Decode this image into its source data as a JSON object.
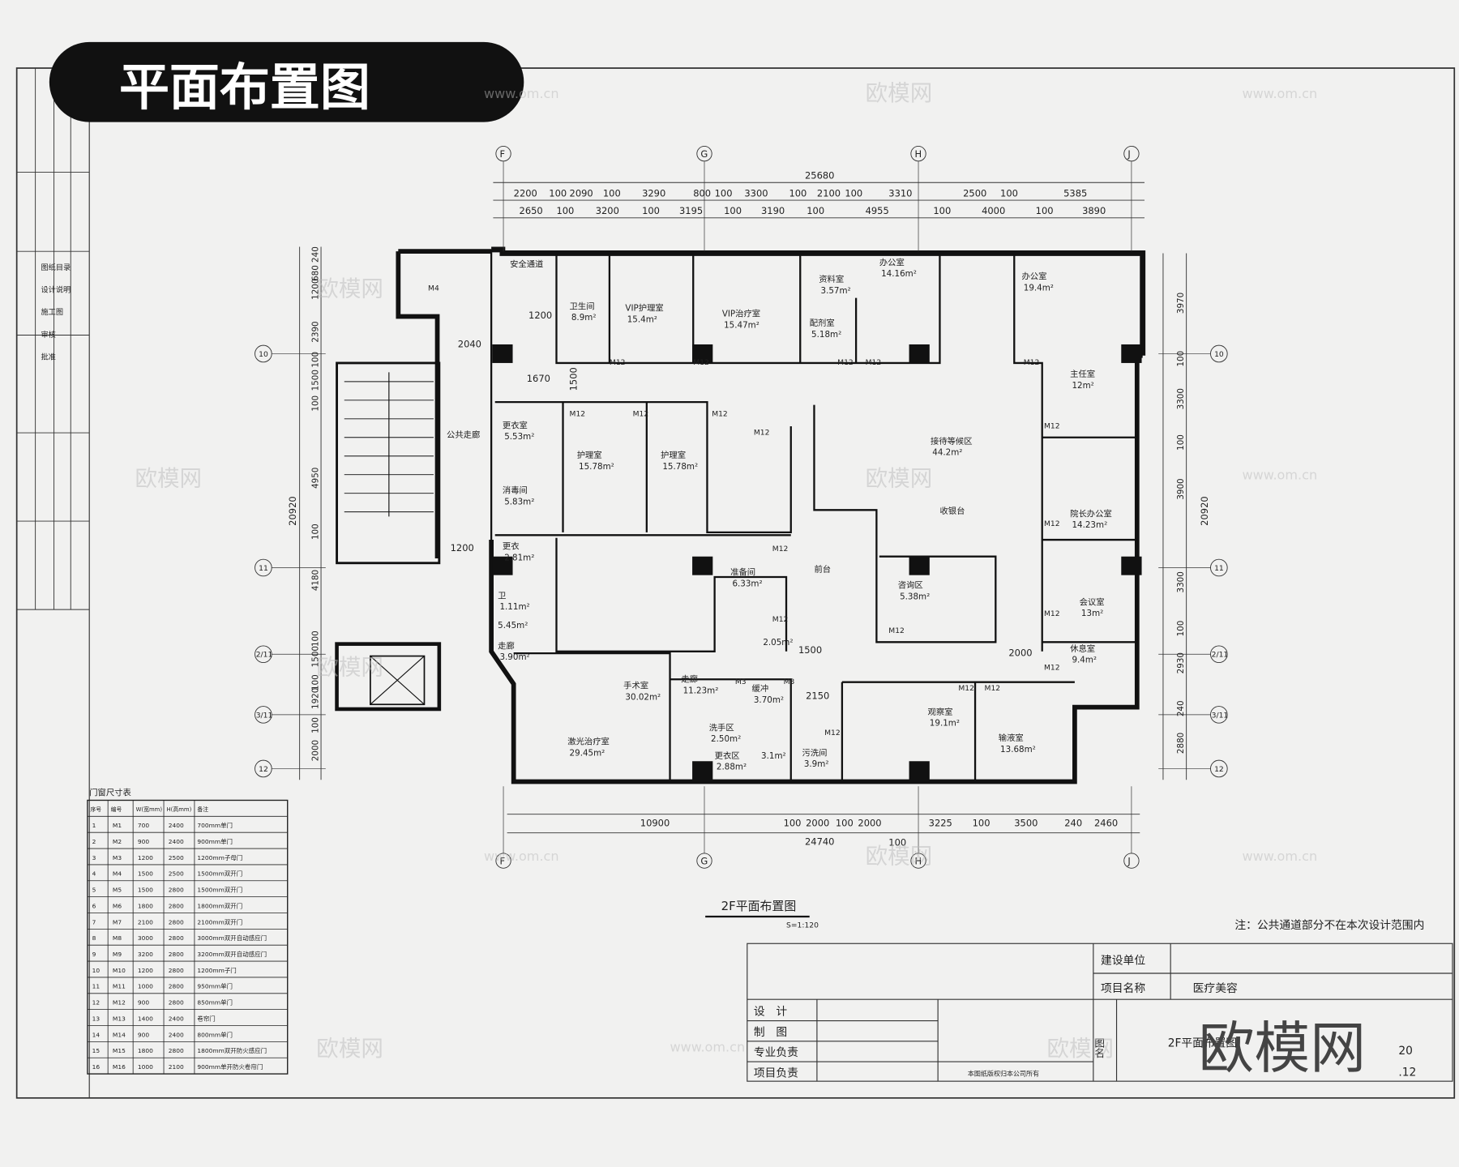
{
  "badge_title": "平面布置图",
  "plan_title": "2F平面布置图",
  "plan_scale": "S=1:120",
  "note": "注：公共通道部分不在本次设计范围内",
  "watermark": "欧模网",
  "watermark_url": "www.om.cn",
  "grid_axes": {
    "columns": [
      "F",
      "G",
      "H",
      "J"
    ],
    "rows": [
      "10",
      "11",
      "2/11",
      "3/11",
      "12"
    ]
  },
  "dimensions": {
    "top_total": "25680",
    "top_row1": [
      "2200",
      "100",
      "2090",
      "100",
      "3290",
      "800",
      "100",
      "3300",
      "100",
      "2100",
      "100",
      "3310",
      "2500",
      "100",
      "5385"
    ],
    "top_row2": [
      "2650",
      "100",
      "3200",
      "100",
      "3195",
      "100",
      "3190",
      "100",
      "4955",
      "100",
      "4000",
      "100",
      "3890"
    ],
    "bottom_row": [
      "10900",
      "100",
      "2000",
      "100",
      "2000",
      "3225",
      "100",
      "3500",
      "240",
      "2460"
    ],
    "bottom_total": "24740",
    "bottom_extra": "100",
    "left_total": "20920",
    "left_row": [
      "240",
      "680",
      "1200",
      "2390",
      "100",
      "1500",
      "100",
      "4950",
      "100",
      "4180",
      "100",
      "1500",
      "100",
      "1920",
      "100",
      "2000"
    ],
    "right_total": "20920",
    "right_row": [
      "3970",
      "100",
      "3300",
      "100",
      "3900",
      "3300",
      "100",
      "2930",
      "240",
      "2880"
    ],
    "inner": [
      "1200",
      "2040",
      "1670",
      "1500",
      "1200",
      "1500",
      "2150",
      "2000"
    ]
  },
  "rooms": [
    {
      "name": "安全通道",
      "area": ""
    },
    {
      "name": "卫生间",
      "area": "8.9m²"
    },
    {
      "name": "VIP护理室",
      "area": "15.4m²"
    },
    {
      "name": "VIP治疗室",
      "area": "15.47m²"
    },
    {
      "name": "资料室",
      "area": "3.57m²"
    },
    {
      "name": "配剂室",
      "area": "5.18m²"
    },
    {
      "name": "办公室",
      "area": "14.16m²"
    },
    {
      "name": "办公室",
      "area": "19.4m²"
    },
    {
      "name": "主任室",
      "area": "12m²"
    },
    {
      "name": "院长办公室",
      "area": "14.23m²"
    },
    {
      "name": "会议室",
      "area": "13m²"
    },
    {
      "name": "接待等候区",
      "area": "44.2m²"
    },
    {
      "name": "前台",
      "area": ""
    },
    {
      "name": "收银台",
      "area": ""
    },
    {
      "name": "咨询区",
      "area": "5.38m²"
    },
    {
      "name": "休息室",
      "area": "9.4m²"
    },
    {
      "name": "观察室",
      "area": "19.1m²"
    },
    {
      "name": "输液室",
      "area": "13.68m²"
    },
    {
      "name": "公共走廊",
      "area": ""
    },
    {
      "name": "更衣室",
      "area": "5.53m²"
    },
    {
      "name": "消毒间",
      "area": "5.83m²"
    },
    {
      "name": "护理室",
      "area": "15.78m²"
    },
    {
      "name": "护理室",
      "area": "15.78m²"
    },
    {
      "name": "更衣",
      "area": "2.81m²"
    },
    {
      "name": "卫",
      "area": "1.11m²"
    },
    {
      "name": "",
      "area": "5.45m²"
    },
    {
      "name": "走廊",
      "area": "3.90m²"
    },
    {
      "name": "手术室",
      "area": "30.02m²"
    },
    {
      "name": "准备间",
      "area": "6.33m²"
    },
    {
      "name": "",
      "area": "2.05m²"
    },
    {
      "name": "激光治疗室",
      "area": "29.45m²"
    },
    {
      "name": "走廊",
      "area": "11.23m²"
    },
    {
      "name": "缓冲",
      "area": "3.70m²"
    },
    {
      "name": "洗手区",
      "area": "2.50m²"
    },
    {
      "name": "",
      "area": "3.1m²"
    },
    {
      "name": "更衣区",
      "area": "2.88m²"
    },
    {
      "name": "污洗间",
      "area": "3.9m²"
    }
  ],
  "door_tags": [
    "M4",
    "M12",
    "M3"
  ],
  "door_table": {
    "title": "门窗尺寸表",
    "headers": [
      "序号",
      "编号",
      "W(宽mm)",
      "H(高mm)",
      "备注"
    ],
    "rows": [
      [
        "1",
        "M1",
        "700",
        "2400",
        "700mm单门"
      ],
      [
        "2",
        "M2",
        "900",
        "2400",
        "900mm单门"
      ],
      [
        "3",
        "M3",
        "1200",
        "2500",
        "1200mm子母门"
      ],
      [
        "4",
        "M4",
        "1500",
        "2500",
        "1500mm双开门"
      ],
      [
        "5",
        "M5",
        "1500",
        "2800",
        "1500mm双开门"
      ],
      [
        "6",
        "M6",
        "1800",
        "2800",
        "1800mm双开门"
      ],
      [
        "7",
        "M7",
        "2100",
        "2800",
        "2100mm双开门"
      ],
      [
        "8",
        "M8",
        "3000",
        "2800",
        "3000mm双开自动感应门"
      ],
      [
        "9",
        "M9",
        "3200",
        "2800",
        "3200mm双开自动感应门"
      ],
      [
        "10",
        "M10",
        "1200",
        "2800",
        "1200mm子门"
      ],
      [
        "11",
        "M11",
        "1000",
        "2800",
        "950mm单门"
      ],
      [
        "12",
        "M12",
        "900",
        "2800",
        "850mm单门"
      ],
      [
        "13",
        "M13",
        "1400",
        "2400",
        "卷帘门"
      ],
      [
        "14",
        "M14",
        "900",
        "2400",
        "800mm单门"
      ],
      [
        "15",
        "M15",
        "1800",
        "2800",
        "1800mm双开防火感应门"
      ],
      [
        "16",
        "M16",
        "1000",
        "2100",
        "900mm单开防火卷帘门"
      ]
    ]
  },
  "title_block": {
    "client_label": "建设单位",
    "client_value": "",
    "project_label": "项目名称",
    "project_value": "医疗美容",
    "design_label": "设　计",
    "drawing_label": "制　图",
    "discipline_label": "专业负责",
    "project_lead_label": "项目负责",
    "copyright": "本图纸版权归本公司所有",
    "drawing_name_label": "图名",
    "drawing_name": "2F平面布置图",
    "date_year": "20",
    "date_month": ".12"
  },
  "side_strip": [
    "图纸目录",
    "设计说明",
    "施工图",
    "审核",
    "批准"
  ]
}
